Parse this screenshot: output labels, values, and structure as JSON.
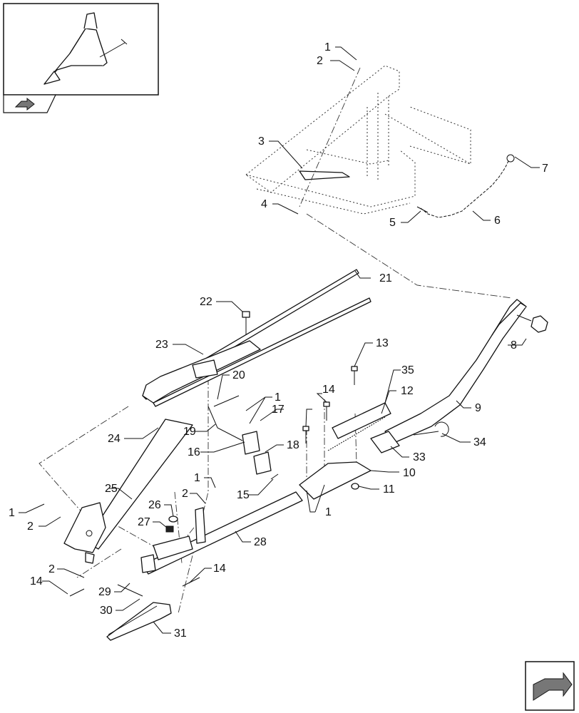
{
  "diagram": {
    "callouts": [
      {
        "id": "c1a",
        "label": "1"
      },
      {
        "id": "c2a",
        "label": "2"
      },
      {
        "id": "c3",
        "label": "3"
      },
      {
        "id": "c4",
        "label": "4"
      },
      {
        "id": "c5",
        "label": "5"
      },
      {
        "id": "c6",
        "label": "6"
      },
      {
        "id": "c7",
        "label": "7"
      },
      {
        "id": "c8",
        "label": "8"
      },
      {
        "id": "c9",
        "label": "9"
      },
      {
        "id": "c10",
        "label": "10"
      },
      {
        "id": "c11",
        "label": "11"
      },
      {
        "id": "c12",
        "label": "12"
      },
      {
        "id": "c13",
        "label": "13"
      },
      {
        "id": "c14a",
        "label": "14"
      },
      {
        "id": "c14b",
        "label": "14"
      },
      {
        "id": "c14c",
        "label": "14"
      },
      {
        "id": "c15",
        "label": "15"
      },
      {
        "id": "c16",
        "label": "16"
      },
      {
        "id": "c17",
        "label": "17"
      },
      {
        "id": "c18",
        "label": "18"
      },
      {
        "id": "c19",
        "label": "19"
      },
      {
        "id": "c20",
        "label": "20"
      },
      {
        "id": "c21",
        "label": "21"
      },
      {
        "id": "c22",
        "label": "22"
      },
      {
        "id": "c23",
        "label": "23"
      },
      {
        "id": "c24",
        "label": "24"
      },
      {
        "id": "c25",
        "label": "25"
      },
      {
        "id": "c26",
        "label": "26"
      },
      {
        "id": "c27",
        "label": "27"
      },
      {
        "id": "c28",
        "label": "28"
      },
      {
        "id": "c29",
        "label": "29"
      },
      {
        "id": "c30",
        "label": "30"
      },
      {
        "id": "c31",
        "label": "31"
      },
      {
        "id": "c33",
        "label": "33"
      },
      {
        "id": "c34",
        "label": "34"
      },
      {
        "id": "c35",
        "label": "35"
      },
      {
        "id": "c1b",
        "label": "1"
      },
      {
        "id": "c1c",
        "label": "1"
      },
      {
        "id": "c1d",
        "label": "1"
      },
      {
        "id": "c2b",
        "label": "2"
      },
      {
        "id": "c2c",
        "label": "2"
      },
      {
        "id": "c2d",
        "label": "2"
      }
    ]
  }
}
